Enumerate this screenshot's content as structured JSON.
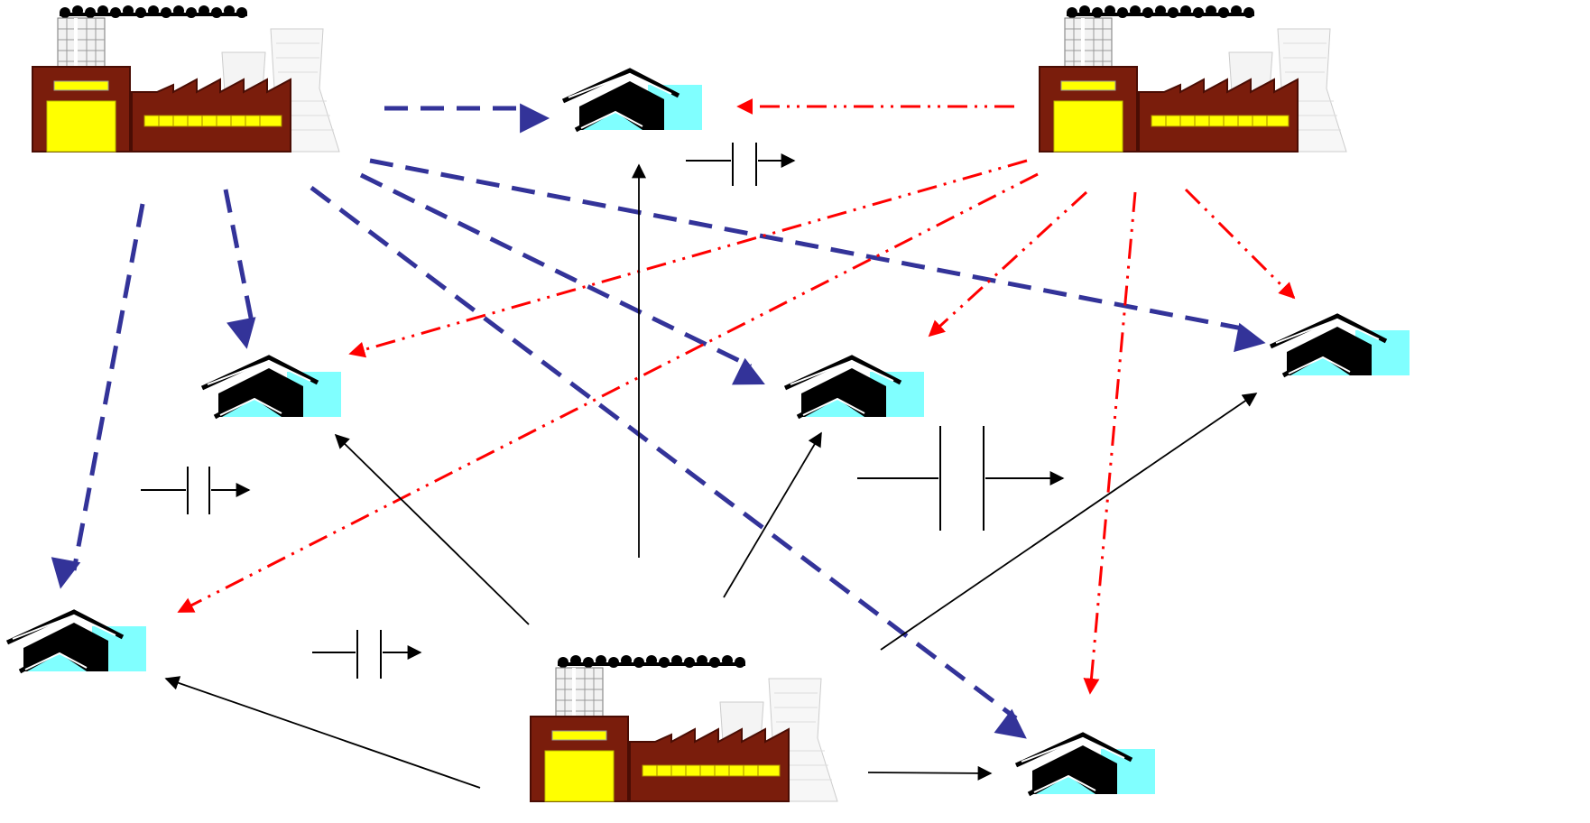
{
  "diagram": {
    "colors": {
      "background": "#ffffff",
      "factory_brick": "#7a1d0c",
      "factory_window": "#ffff00",
      "factory_stack": "#e8e8e8",
      "house_roof": "#000000",
      "house_wall": "#80ffff",
      "supply_blue": "#333399",
      "supply_red": "#ff0000",
      "link_black": "#000000"
    },
    "factories": [
      {
        "id": "factory-top-left",
        "icon": "factory-icon"
      },
      {
        "id": "factory-top-right",
        "icon": "factory-icon"
      },
      {
        "id": "factory-bottom",
        "icon": "factory-icon"
      }
    ],
    "houses": [
      {
        "id": "house-top-center",
        "icon": "house-icon"
      },
      {
        "id": "house-mid-left",
        "icon": "house-icon"
      },
      {
        "id": "house-mid-center",
        "icon": "house-icon"
      },
      {
        "id": "house-right",
        "icon": "house-icon"
      },
      {
        "id": "house-bottom-left",
        "icon": "house-icon"
      },
      {
        "id": "house-bottom-right",
        "icon": "house-icon"
      }
    ],
    "flows": [
      {
        "from": "factory-top-left",
        "to": "house-top-center",
        "style": "blue-dashed"
      },
      {
        "from": "factory-top-left",
        "to": "house-mid-left",
        "style": "blue-dashed"
      },
      {
        "from": "factory-top-left",
        "to": "house-bottom-left",
        "style": "blue-dashed"
      },
      {
        "from": "factory-top-left",
        "to": "house-mid-center",
        "style": "blue-dashed"
      },
      {
        "from": "factory-top-left",
        "to": "house-right",
        "style": "blue-dashed"
      },
      {
        "from": "factory-top-left",
        "to": "house-bottom-right",
        "style": "blue-dashed"
      },
      {
        "from": "factory-top-right",
        "to": "house-top-center",
        "style": "red-dash-dot"
      },
      {
        "from": "factory-top-right",
        "to": "house-mid-left",
        "style": "red-dash-dot"
      },
      {
        "from": "factory-top-right",
        "to": "house-bottom-left",
        "style": "red-dash-dot"
      },
      {
        "from": "factory-top-right",
        "to": "house-mid-center",
        "style": "red-dash-dot"
      },
      {
        "from": "factory-top-right",
        "to": "house-right",
        "style": "red-dash-dot"
      },
      {
        "from": "factory-top-right",
        "to": "house-bottom-right",
        "style": "red-dash-dot"
      },
      {
        "from": "factory-bottom",
        "to": "house-top-center",
        "style": "black-solid"
      },
      {
        "from": "factory-bottom",
        "to": "house-mid-left",
        "style": "black-solid"
      },
      {
        "from": "factory-bottom",
        "to": "house-bottom-left",
        "style": "black-solid"
      },
      {
        "from": "factory-bottom",
        "to": "house-mid-center",
        "style": "black-solid"
      },
      {
        "from": "factory-bottom",
        "to": "house-right",
        "style": "black-solid"
      },
      {
        "from": "factory-bottom",
        "to": "house-bottom-right",
        "style": "black-solid"
      }
    ],
    "symbols": [
      {
        "icon": "capacitor-icon",
        "count": 4
      }
    ]
  }
}
